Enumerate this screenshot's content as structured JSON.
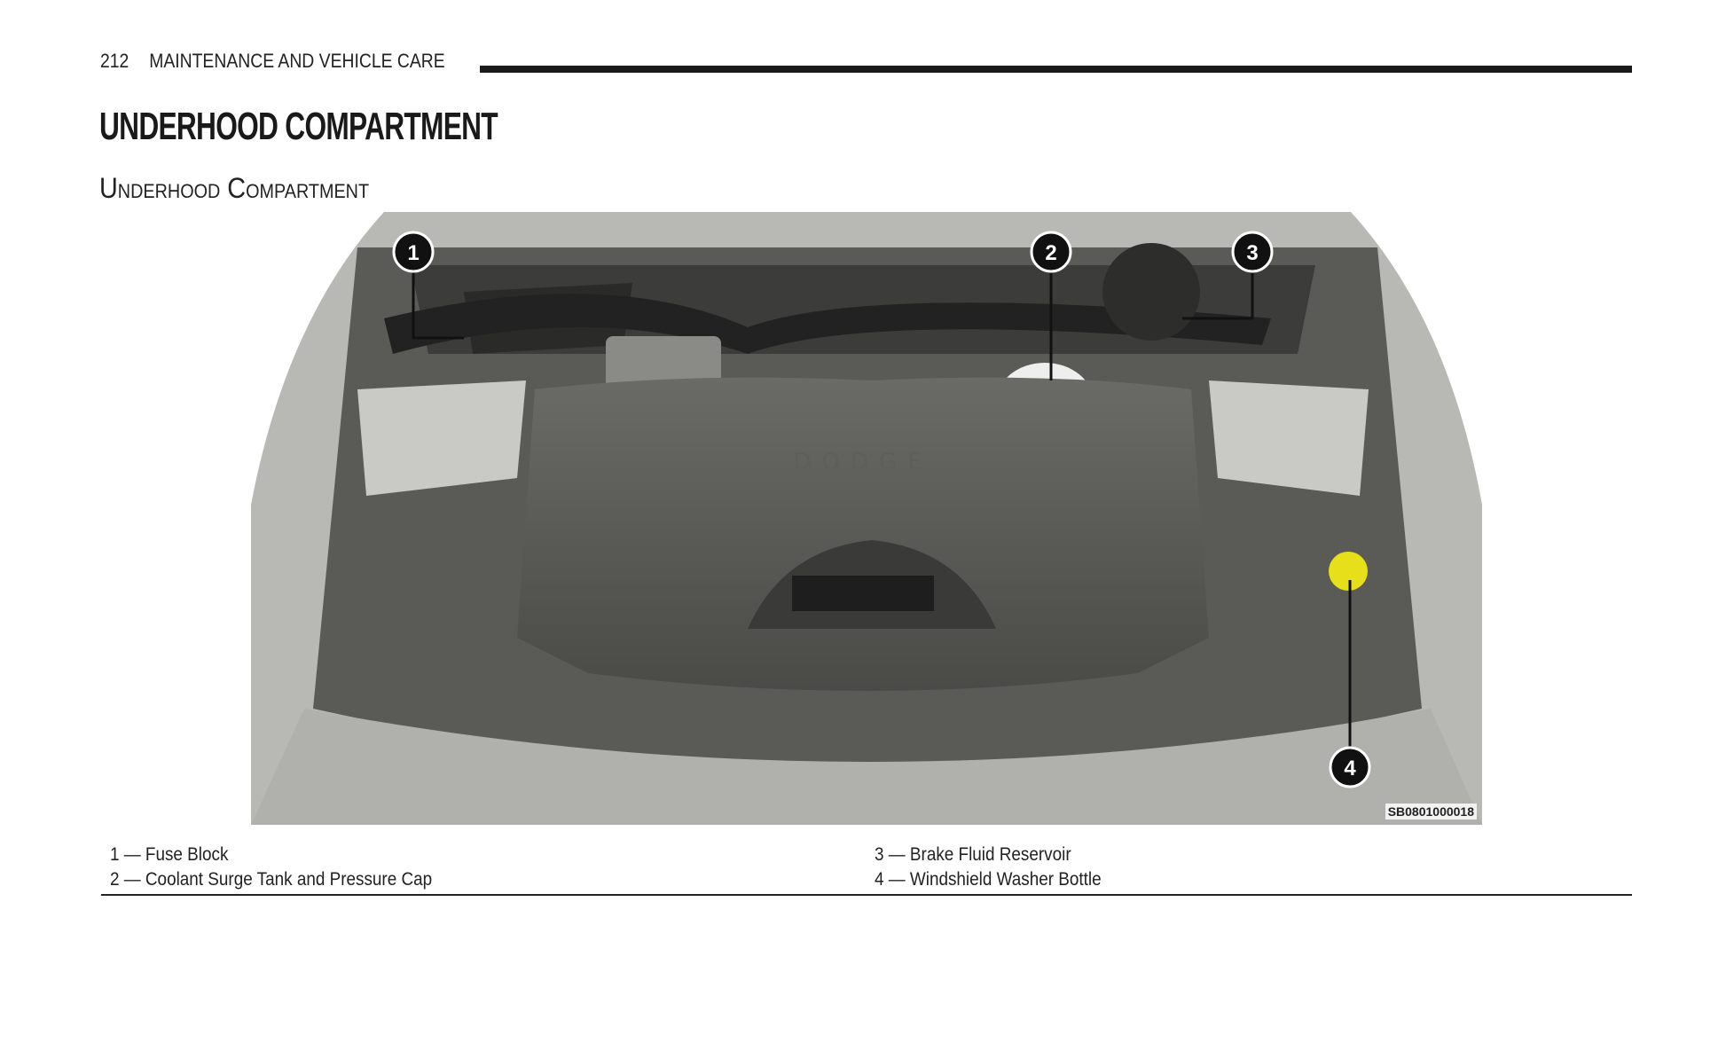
{
  "header": {
    "page_number": "212",
    "section": "MAINTENANCE AND VEHICLE CARE"
  },
  "title": "UNDERHOOD COMPARTMENT",
  "subtitle": "Underhood Compartment",
  "figure": {
    "code": "SB0801000018",
    "brand_emboss": "DODGE",
    "callouts": [
      "1",
      "2",
      "3",
      "4"
    ]
  },
  "legend": [
    {
      "text": "1 — Fuse Block"
    },
    {
      "text": "2 — Coolant Surge Tank and Pressure Cap"
    },
    {
      "text": "3 — Brake Fluid Reservoir"
    },
    {
      "text": "4 — Windshield Washer Bottle"
    }
  ]
}
